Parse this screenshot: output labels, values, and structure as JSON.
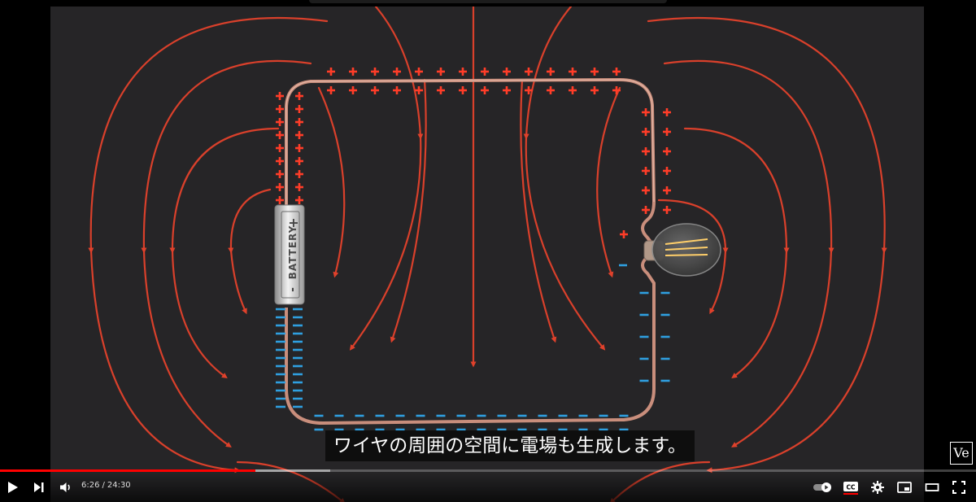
{
  "video": {
    "subtitle": "ワイヤの周囲の空間に電場も生成します。",
    "battery_label": "BATTERY",
    "battery_plus": "+",
    "battery_minus": "-",
    "watermark": "Ve"
  },
  "player": {
    "current_time": "6:26",
    "separator": "/",
    "duration": "24:30",
    "played_fraction": 0.262,
    "buffered_fraction": 0.338,
    "progress_color": "#ff0000",
    "icons": {
      "play": "play-icon",
      "next": "next-icon",
      "volume": "volume-icon",
      "autoplay": "autoplay-toggle-icon",
      "cc": "cc-icon",
      "settings": "gear-icon",
      "miniplayer": "miniplayer-icon",
      "theater": "theater-mode-icon",
      "fullscreen": "fullscreen-icon"
    },
    "cc_label": "CC"
  }
}
